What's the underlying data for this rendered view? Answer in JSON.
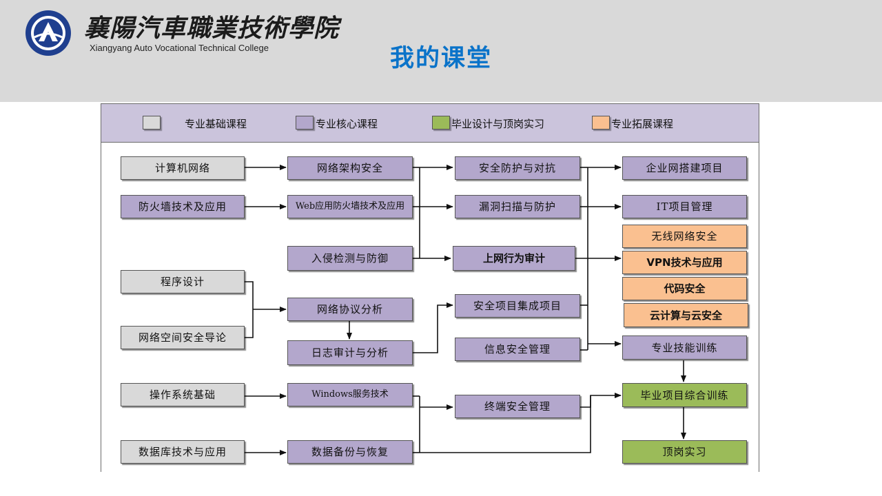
{
  "header": {
    "college_name_cn": "襄陽汽車職業技術學院",
    "college_name_en": "Xiangyang Auto Vocational Technical College",
    "title": "我的课堂"
  },
  "colors": {
    "header_band": "#d9d9d9",
    "title": "#0a73c9",
    "legend_band": "#cbc4dc",
    "basic": "#d9d9d9",
    "core": "#b3a7cc",
    "graduation": "#9bbb59",
    "extension": "#fac090"
  },
  "legend": [
    {
      "label": "专业基础课程",
      "category": "basic"
    },
    {
      "label": "专业核心课程",
      "category": "core"
    },
    {
      "label": "毕业设计与顶岗实习",
      "category": "graduation"
    },
    {
      "label": "专业拓展课程",
      "category": "extension"
    }
  ],
  "courses": {
    "computer_network": "计算机网络",
    "firewall_tech": "防火墙技术及应用",
    "programming": "程序设计",
    "cyber_intro": "网络空间安全导论",
    "os_basics": "操作系统基础",
    "database": "数据库技术与应用",
    "network_arch_security": "网络架构安全",
    "web_firewall": "Web应用防火墙技术及应用",
    "intrusion_detection": "入侵检测与防御",
    "protocol_analysis": "网络协议分析",
    "log_audit": "日志审计与分析",
    "windows_services": "Windows服务技术",
    "data_backup": "数据备份与恢复",
    "security_defense": "安全防护与对抗",
    "vuln_scan": "漏洞扫描与防护",
    "online_audit": "上网行为审计",
    "security_integration": "安全项目集成项目",
    "infosec_management": "信息安全管理",
    "endpoint_security": "终端安全管理",
    "enterprise_network": "企业网搭建项目",
    "it_project_mgmt": "IT项目管理",
    "wireless_security": "无线网络安全",
    "vpn": "VPN技术与应用",
    "code_security": "代码安全",
    "cloud_security": "云计算与云安全",
    "skills_training": "专业技能训练",
    "graduation_project": "毕业项目综合训练",
    "internship": "顶岗实习"
  }
}
